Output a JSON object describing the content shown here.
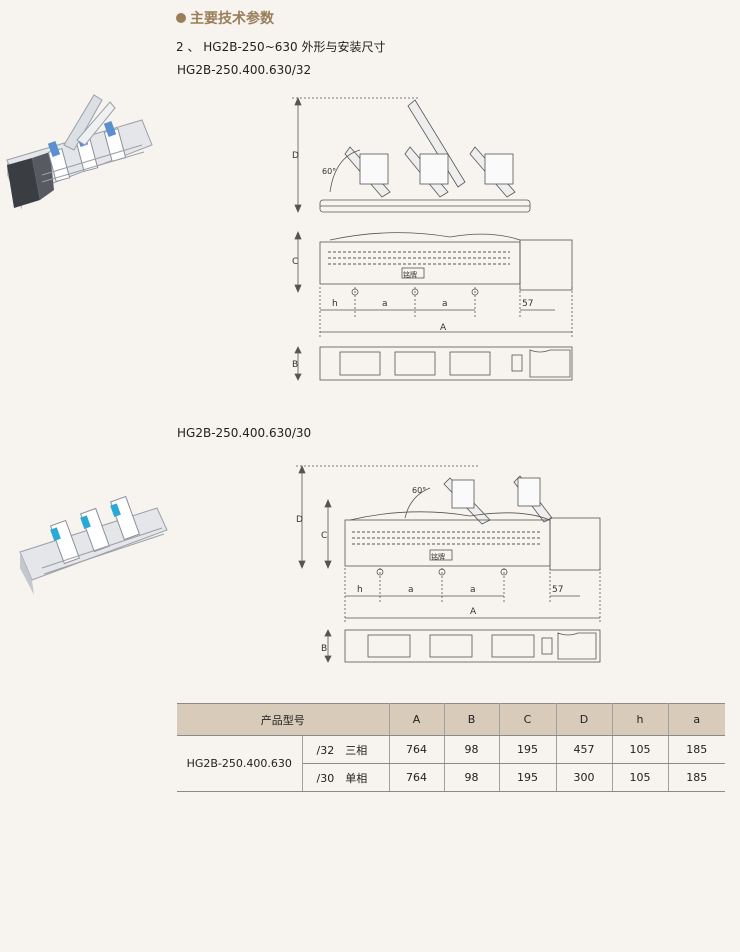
{
  "section": {
    "title": "主要技术参数"
  },
  "subtitle": "2 、 HG2B-250~630 外形与安装尺寸",
  "figure1": {
    "model": "HG2B-250.400.630/32",
    "dims": {
      "D": "D",
      "C": "C",
      "B": "B",
      "A": "A",
      "h": "h",
      "a": "a",
      "angle": "60°",
      "side": "57",
      "plate": "铭牌"
    }
  },
  "figure2": {
    "model": "HG2B-250.400.630/30",
    "dims": {
      "D": "D",
      "C": "C",
      "B": "B",
      "A": "A",
      "h": "h",
      "a": "a",
      "angle": "60°",
      "side": "57",
      "plate": "铭牌"
    }
  },
  "table": {
    "headers": [
      "产品型号",
      "A",
      "B",
      "C",
      "D",
      "h",
      "a"
    ],
    "model": "HG2B-250.400.630",
    "rows": [
      {
        "variant": "/32　三相",
        "values": [
          "764",
          "98",
          "195",
          "457",
          "105",
          "185"
        ]
      },
      {
        "variant": "/30　单相",
        "values": [
          "764",
          "98",
          "195",
          "300",
          "105",
          "185"
        ]
      }
    ]
  }
}
